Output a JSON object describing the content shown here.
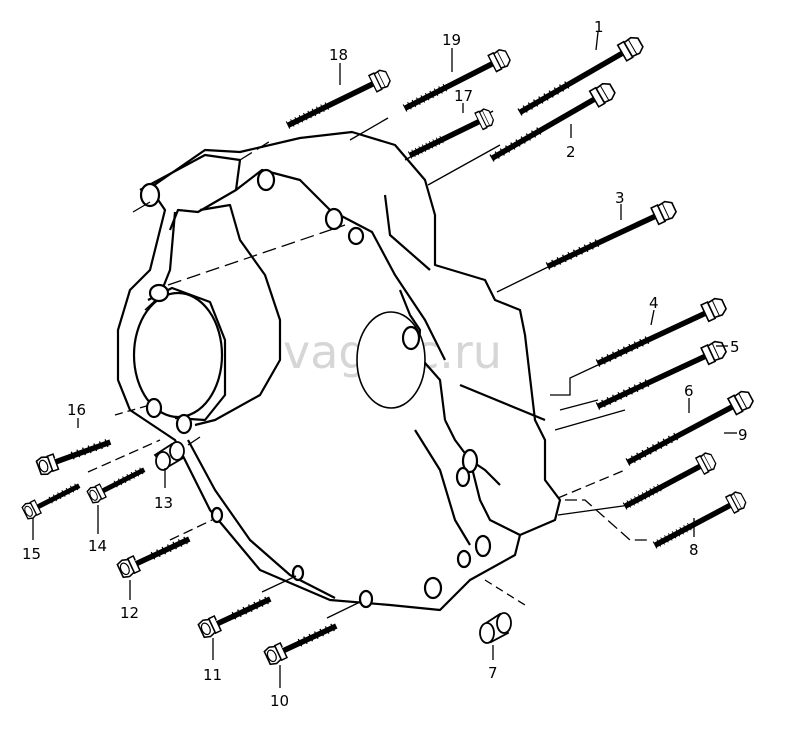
{
  "watermark": "vagtec.ru",
  "callouts": {
    "p1": "1",
    "p2": "2",
    "p3": "3",
    "p4": "4",
    "p5": "5",
    "p6": "6",
    "p7": "7",
    "p8": "8",
    "p9": "9",
    "p10": "10",
    "p11": "11",
    "p12": "12",
    "p13": "13",
    "p14": "14",
    "p15": "15",
    "p16": "16",
    "p17": "17",
    "p18": "18",
    "p19": "19"
  }
}
